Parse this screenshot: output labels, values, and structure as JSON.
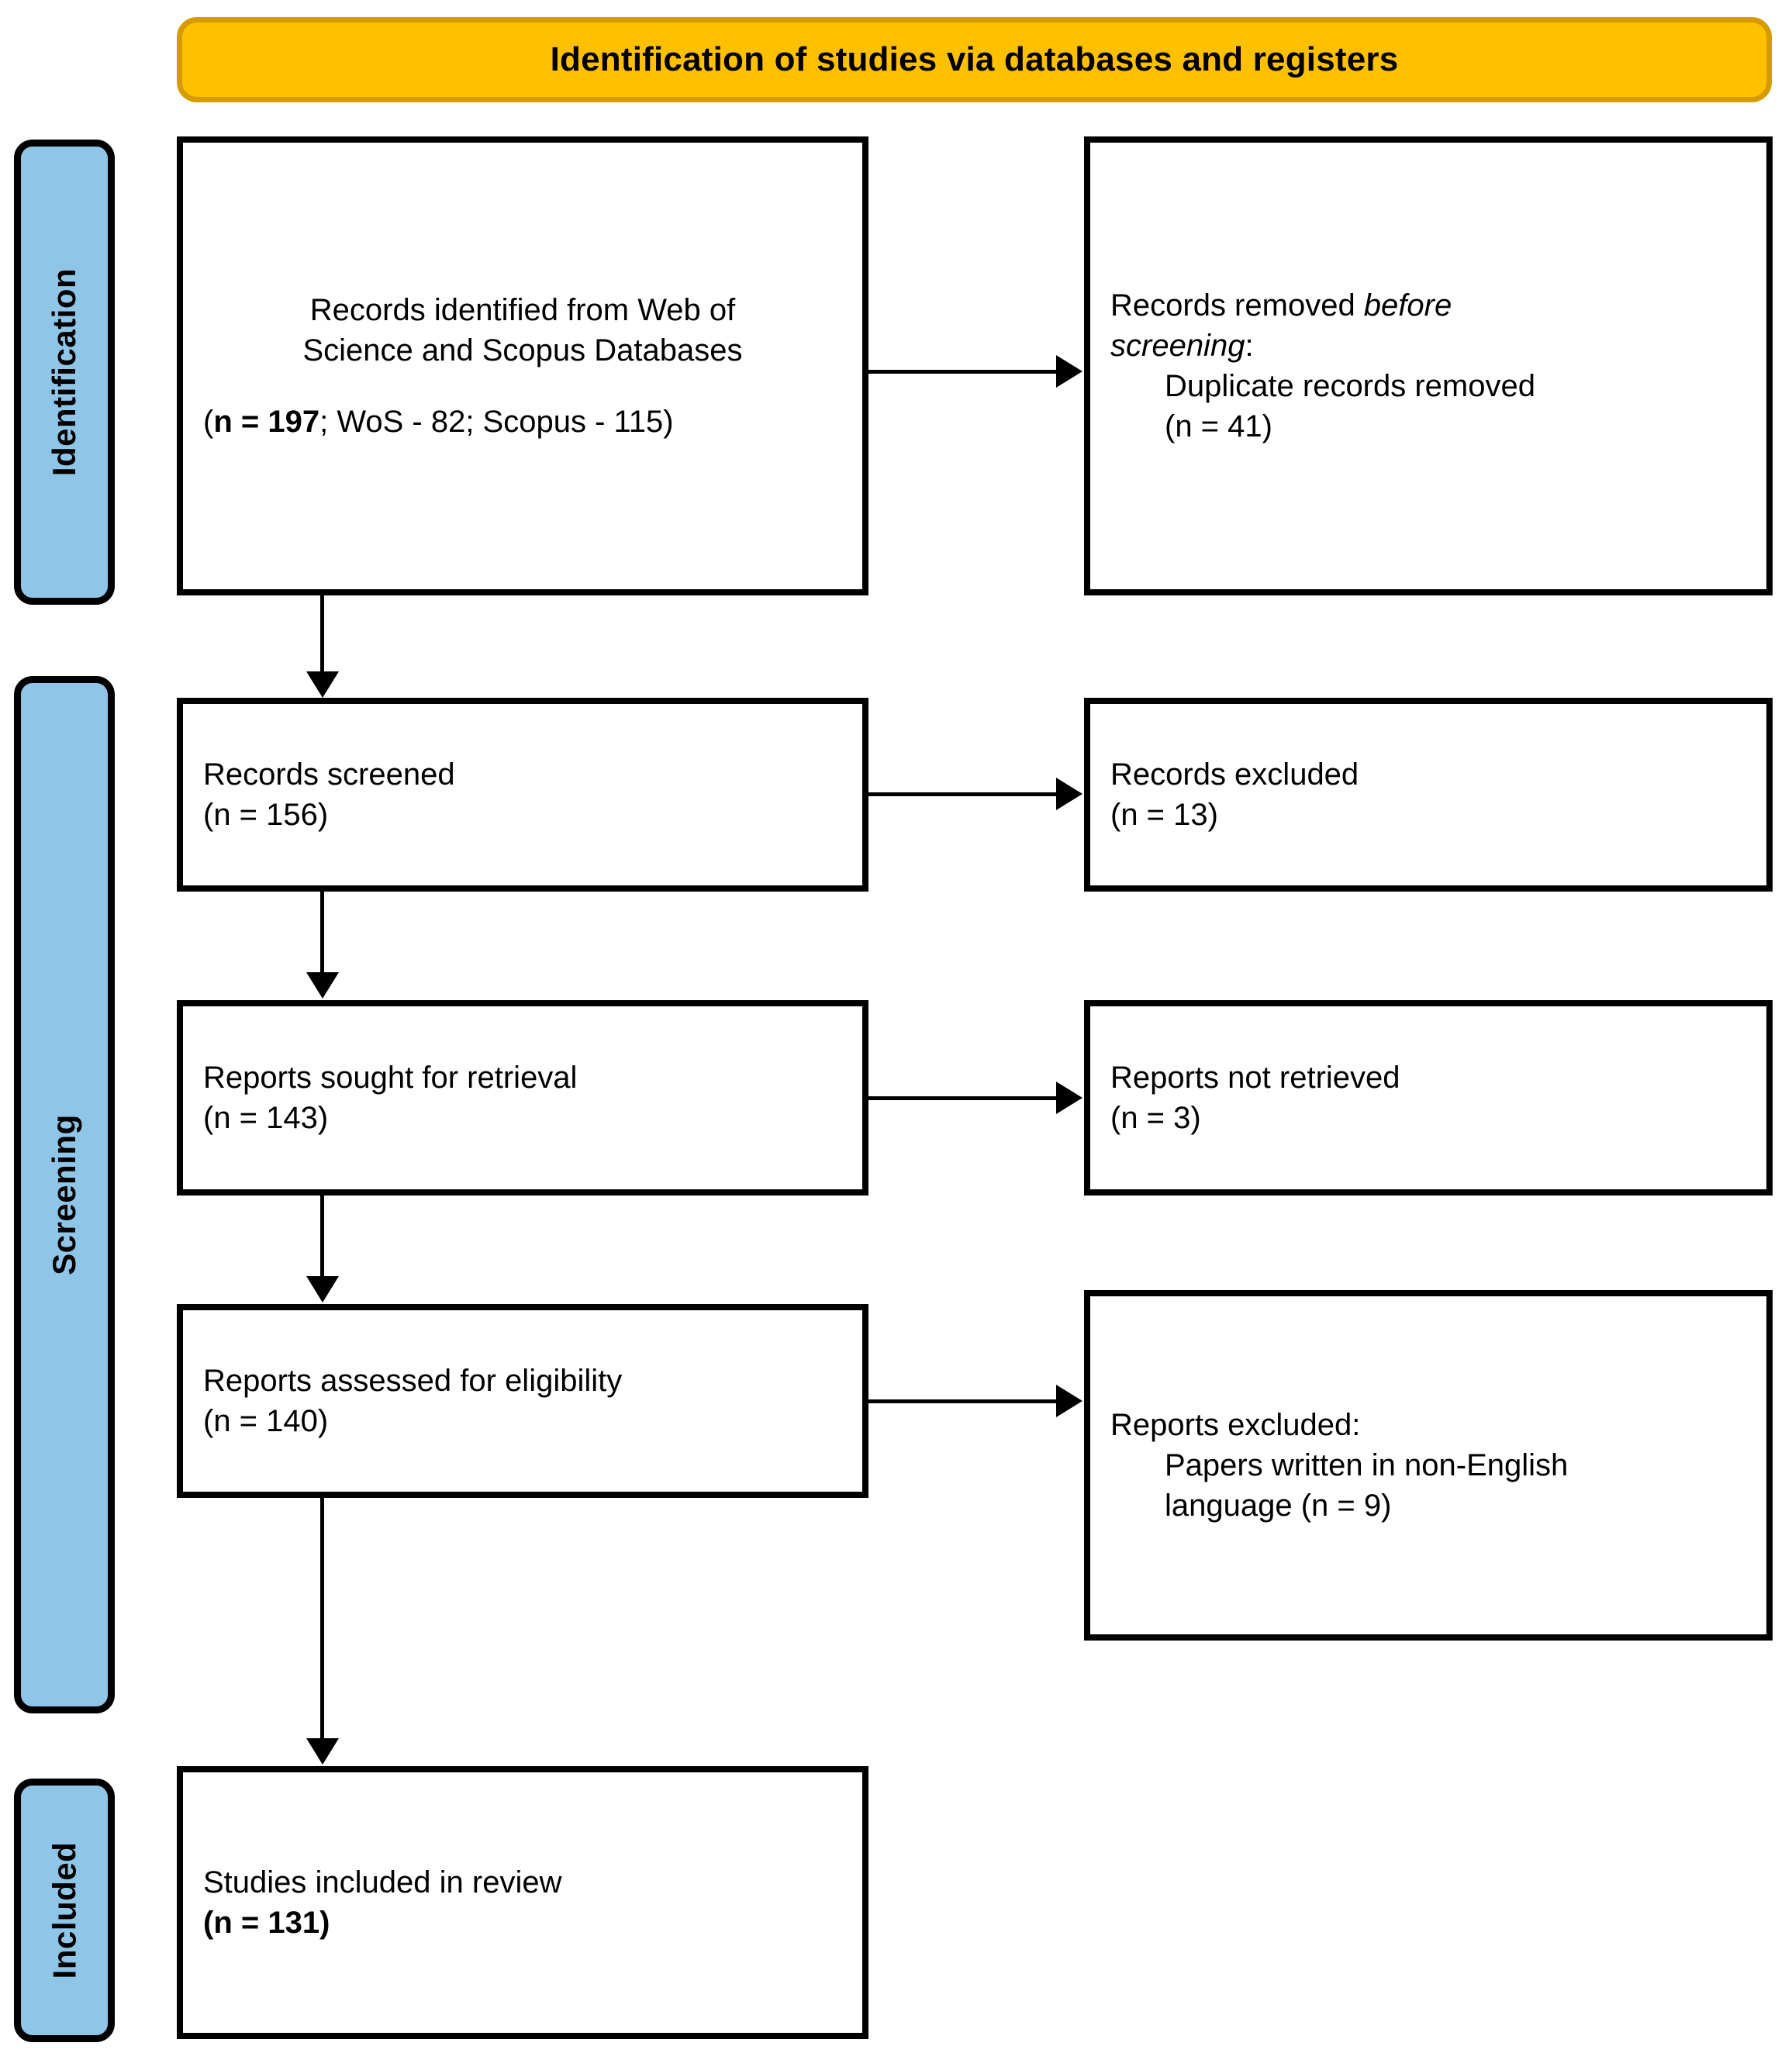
{
  "banner": {
    "title": "Identification of studies via databases and registers"
  },
  "rails": [
    {
      "id": "identification",
      "label": "Identification"
    },
    {
      "id": "screening",
      "label": "Screening"
    },
    {
      "id": "included",
      "label": "Included"
    }
  ],
  "boxes": {
    "identified": {
      "line1": "Records identified from Web of",
      "line2": "Science and Scopus Databases",
      "count_open": "(",
      "count_bold": "n = 197",
      "count_rest": "; WoS - 82; Scopus - 115)"
    },
    "removed": {
      "line1_plain": "Records removed ",
      "line1_italic": "before",
      "line2_italic": "screening",
      "line2_plain": ":",
      "detail1": "Duplicate records removed",
      "detail2": "(n = 41)"
    },
    "screened": {
      "line1": "Records screened",
      "line2": "(n = 156)"
    },
    "excluded1": {
      "line1": "Records excluded",
      "line2": "(n = 13)"
    },
    "sought": {
      "line1": "Reports sought for retrieval",
      "line2": "(n = 143)"
    },
    "notretrieved": {
      "line1": "Reports not retrieved",
      "line2": "(n = 3)"
    },
    "eligibility": {
      "line1": "Reports assessed for eligibility",
      "line2": "(n = 140)"
    },
    "excluded2": {
      "line1": "Reports excluded:",
      "detail1": "Papers written in non-English",
      "detail2": "language (n = 9)"
    },
    "included": {
      "line1": "Studies included in review",
      "line2": "(n = 131)"
    }
  },
  "colors": {
    "banner_fill": "#FFC000",
    "banner_border": "#D69B00",
    "rail_fill": "#8FC6E8",
    "line": "#000000",
    "box_fill": "#FFFFFF"
  }
}
